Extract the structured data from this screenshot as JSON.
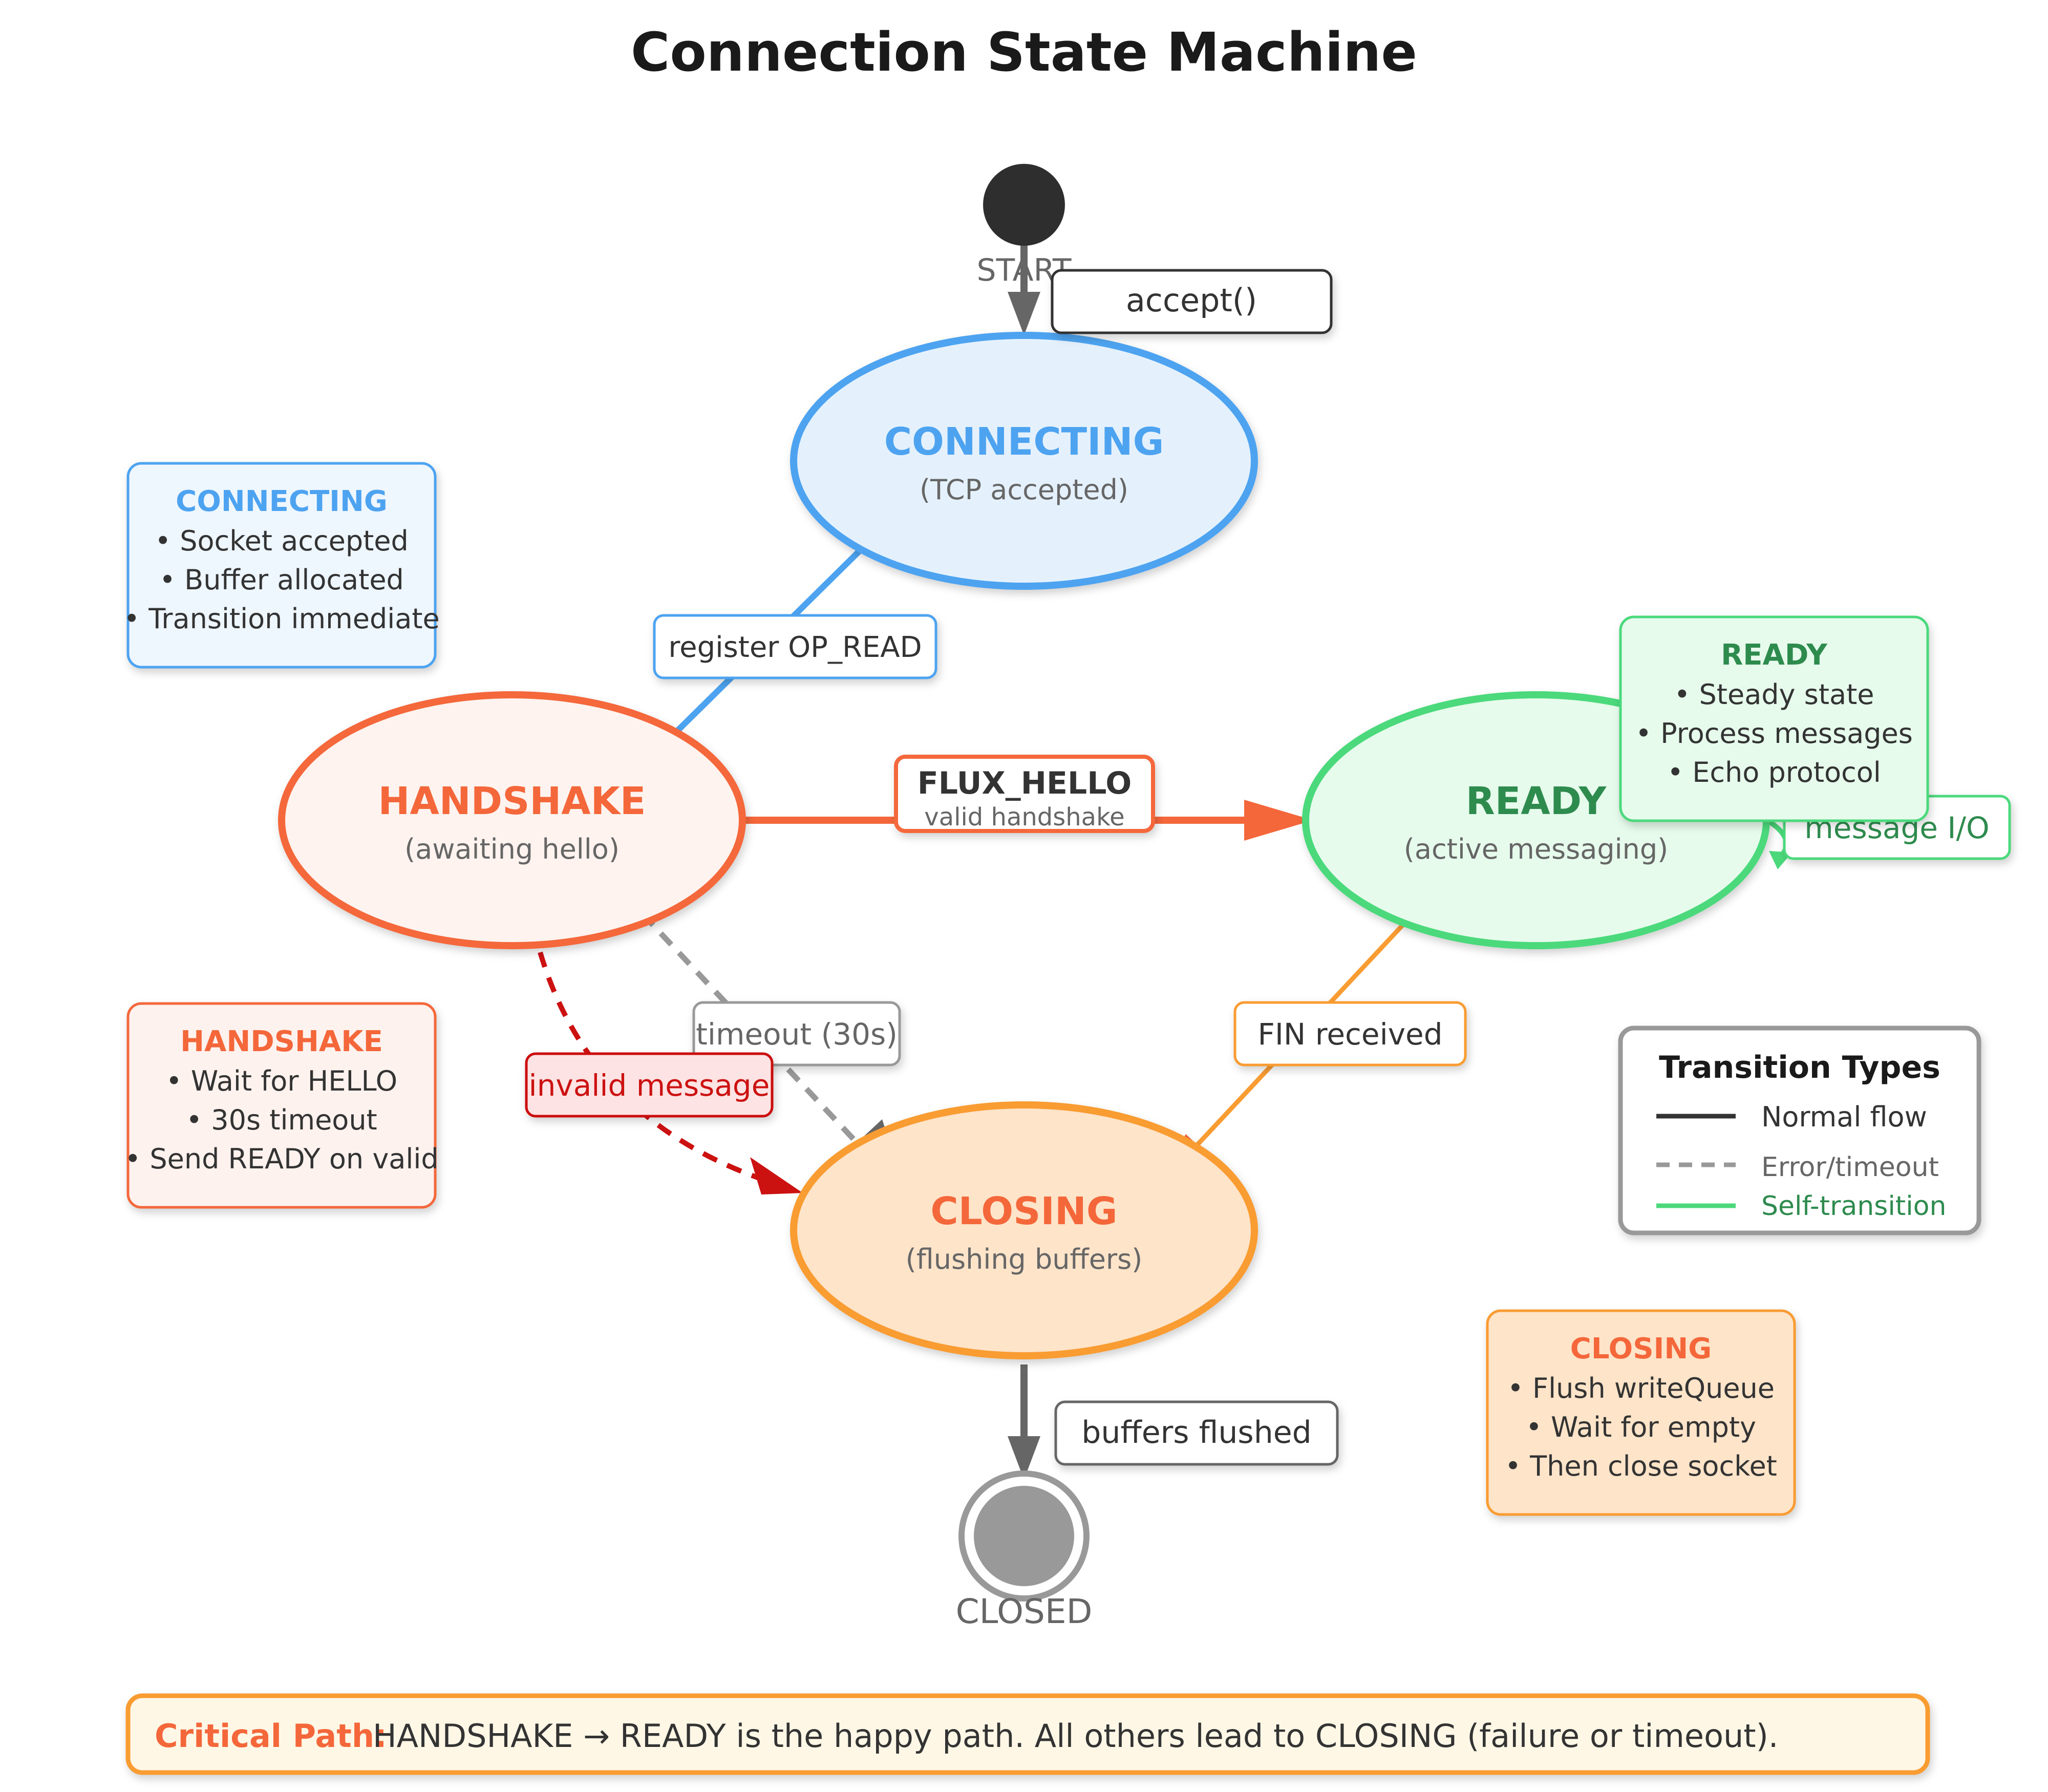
{
  "title": "Connection State Machine",
  "colors": {
    "connecting": "#4da3f0",
    "handshake": "#f4673a",
    "ready": "#4cd97b",
    "closing": "#f99c32",
    "error": "#cc1111",
    "neutral": "#666666"
  },
  "start": {
    "label": "START"
  },
  "end": {
    "label": "CLOSED"
  },
  "states": {
    "connecting": {
      "name": "CONNECTING",
      "sub": "(TCP accepted)"
    },
    "handshake": {
      "name": "HANDSHAKE",
      "sub": "(awaiting hello)"
    },
    "ready": {
      "name": "READY",
      "sub": "(active messaging)"
    },
    "closing": {
      "name": "CLOSING",
      "sub": "(flushing buffers)"
    }
  },
  "transitions": {
    "accept": "accept()",
    "register": "register OP_READ",
    "flux_hello": "FLUX_HELLO",
    "flux_hello_sub": "valid handshake",
    "message_io": "message I/O",
    "timeout": "timeout (30s)",
    "invalid": "invalid message",
    "fin": "FIN received",
    "flushed": "buffers flushed"
  },
  "notes": {
    "connecting": {
      "title": "CONNECTING",
      "lines": [
        "• Socket accepted",
        "• Buffer allocated",
        "• Transition immediate"
      ]
    },
    "handshake": {
      "title": "HANDSHAKE",
      "lines": [
        "• Wait for HELLO",
        "• 30s timeout",
        "• Send READY on valid"
      ]
    },
    "ready": {
      "title": "READY",
      "lines": [
        "• Steady state",
        "• Process messages",
        "• Echo protocol"
      ]
    },
    "closing": {
      "title": "CLOSING",
      "lines": [
        "• Flush writeQueue",
        "• Wait for empty",
        "• Then close socket"
      ]
    }
  },
  "legend": {
    "title": "Transition Types",
    "items": [
      "Normal flow",
      "Error/timeout",
      "Self-transition"
    ]
  },
  "footer": {
    "label": "Critical Path:",
    "text": "HANDSHAKE → READY is the happy path. All others lead to CLOSING (failure or timeout)."
  }
}
